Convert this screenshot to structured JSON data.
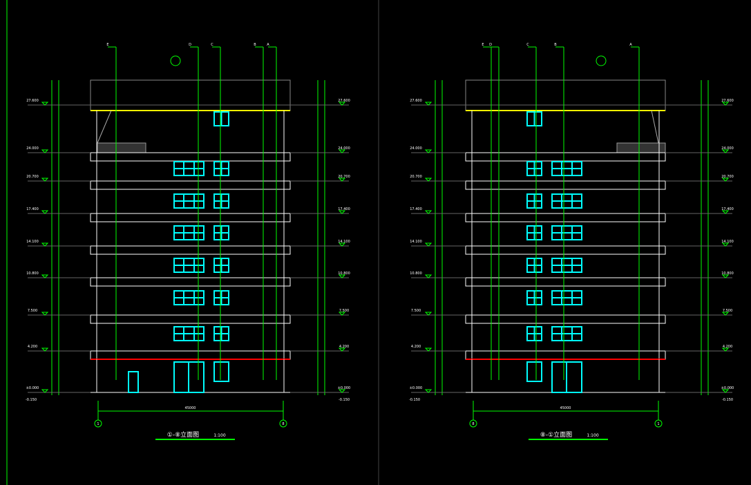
{
  "colors": {
    "background": "#000000",
    "axis": "#00ff00",
    "outline": "#ffffff",
    "window": "#00ffff",
    "ground": "#ff0000",
    "parapet": "#ffff00",
    "frame": "#888888"
  },
  "elevations": [
    "±0.000",
    "4.200",
    "7.500",
    "10.800",
    "14.100",
    "17.400",
    "20.700",
    "24.000",
    "27.600"
  ],
  "left_view": {
    "title": "①-⑧立面图",
    "scale": "1:100",
    "total_width": "45000",
    "axis_start": "1",
    "axis_end": "8",
    "grid_tags": [
      "E",
      "D",
      "C",
      "B",
      "A"
    ],
    "ground_level": "-0.150"
  },
  "right_view": {
    "title": "⑧-①立面图",
    "scale": "1:100",
    "total_width": "45000",
    "axis_start": "8",
    "axis_end": "1",
    "grid_tags": [
      "E",
      "D",
      "C",
      "B",
      "A"
    ],
    "ground_level": "-0.150"
  }
}
